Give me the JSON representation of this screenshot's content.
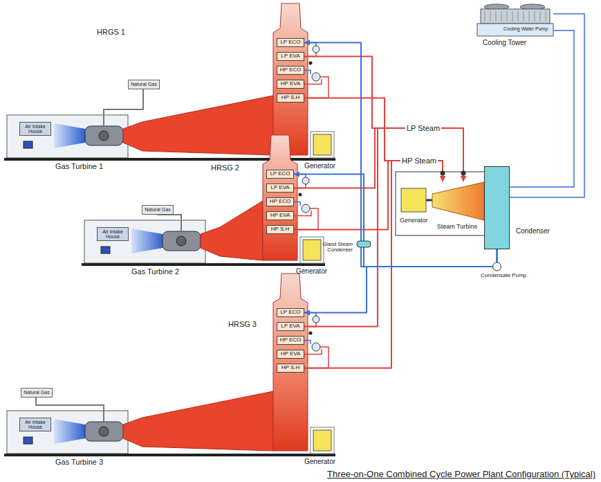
{
  "diagram": {
    "caption": "Three-on-One Combined Cycle Power Plant Configuration (Typical)",
    "nodes": [
      {
        "text": [
          "LP ECO"
        ]
      },
      {
        "text": [
          "LP EVA"
        ]
      },
      {
        "text": [
          "HP ECO"
        ]
      },
      {
        "text": [
          "HP EVA"
        ]
      },
      {
        "text": [
          "HP S.H"
        ]
      },
      {
        "text": [
          "Natural Gas"
        ]
      },
      {
        "text": [
          "Air Intake House"
        ]
      },
      {
        "text": [
          "Steam Turbine"
        ]
      },
      {
        "text": [
          "Condenser"
        ]
      },
      {
        "text": [
          "LP ECO"
        ]
      },
      {
        "text": [
          "LP EVA"
        ]
      },
      {
        "text": [
          "HP ECO"
        ]
      },
      {
        "text": [
          "HP EVA"
        ]
      },
      {
        "text": [
          "HP S.H"
        ]
      },
      {
        "text": [
          "Natural Gas"
        ]
      },
      {
        "text": [
          "Air Intake House"
        ]
      },
      {
        "text": [
          "LP ECO"
        ]
      },
      {
        "text": [
          "LP EVA"
        ]
      },
      {
        "text": [
          "HP ECO"
        ]
      },
      {
        "text": [
          "HP EVA"
        ]
      },
      {
        "text": [
          "HP S.H"
        ]
      },
      {
        "text": [
          "Natural Gas"
        ]
      },
      {
        "text": [
          "Air Intake House"
        ]
      }
    ],
    "edges": [
      {
        "from": 4,
        "to": 7,
        "arrow": "to",
        "label": "HP Steam"
      },
      {
        "from": 13,
        "to": 7,
        "arrow": "to"
      },
      {
        "from": 20,
        "to": 7,
        "arrow": "to"
      },
      {
        "from": 1,
        "to": 7,
        "arrow": "to",
        "label": "LP Steam"
      },
      {
        "from": 10,
        "to": 7,
        "arrow": "to"
      },
      {
        "from": 17,
        "to": 7,
        "arrow": "to"
      },
      {
        "from": 8,
        "to": 0,
        "arrow": "to"
      },
      {
        "from": 8,
        "to": 9,
        "arrow": "to"
      },
      {
        "from": 8,
        "to": 16,
        "arrow": "to"
      }
    ],
    "labels": [
      "HRGS 1",
      "HRSG 2",
      "HRSG 3",
      "Gas Turbine 1",
      "Generator",
      "Gas Turbine 2",
      "Generator",
      "Gas Turbine 3",
      "Generator",
      "Cooling Tower",
      "Cooling Water Pump",
      "Generator",
      "Gland Steam Condenser",
      "Condensate Pump"
    ]
  }
}
